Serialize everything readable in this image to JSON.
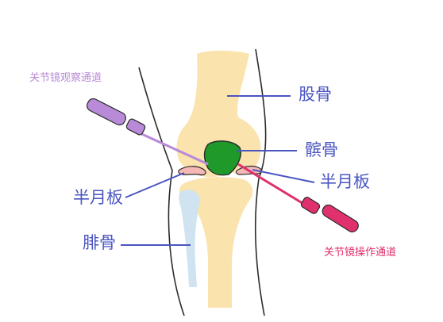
{
  "labels": {
    "femur": "股骨",
    "patella": "髌骨",
    "meniscus_right": "半月板",
    "meniscus_left": "半月板",
    "fibula": "腓骨",
    "viewing_portal": "关节镜观察通道",
    "operating_portal": "关节镜操作通道"
  },
  "colors": {
    "bone": "#fae3ad",
    "fibula": "#cfe3f1",
    "patella": "#1f9a2a",
    "meniscus": "#f5b8b6",
    "leader_line": "#4a55c2",
    "viewing_scope": "#b88ad8",
    "operating_scope": "#e0306d",
    "outline": "#2b2b2b"
  },
  "icons": {
    "viewing_instrument": "arthroscope-icon",
    "operating_instrument": "surgical-probe-icon"
  }
}
